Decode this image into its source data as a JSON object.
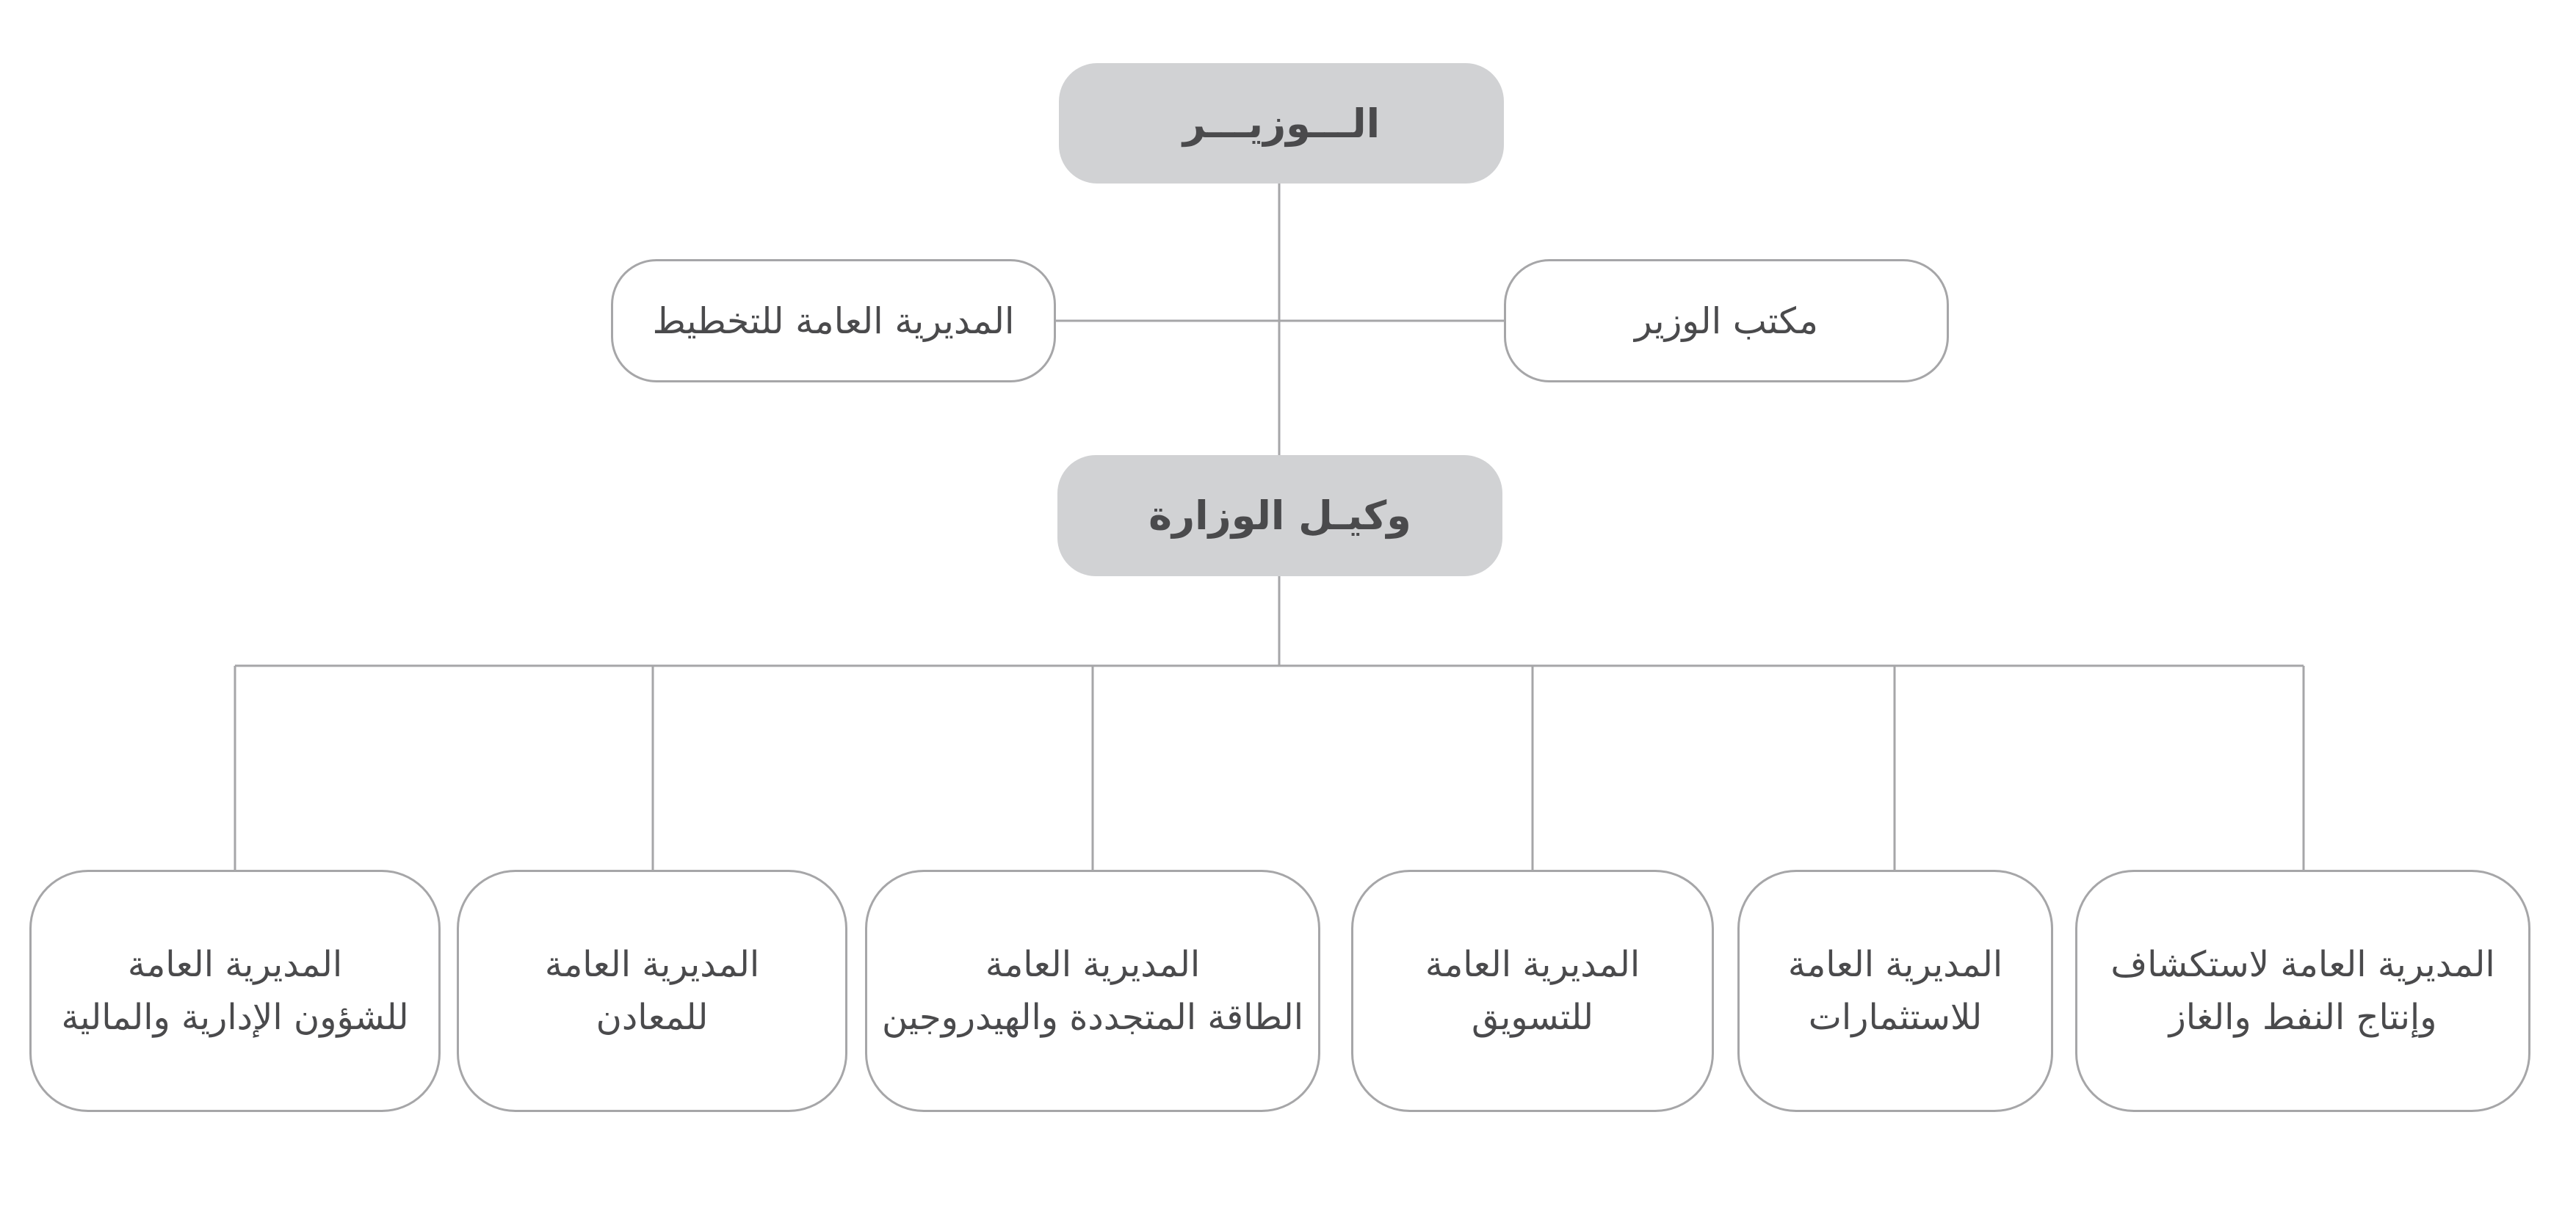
{
  "org_chart": {
    "minister": "الـــوزيـــر",
    "minister_office": "مكتب الوزير",
    "planning_directorate": "المديرية العامة للتخطيط",
    "undersecretary": "وكيـل الوزارة",
    "directorates": [
      {
        "line1": "المديرية العامة لاستكشاف",
        "line2": "وإنتاج النفط والغاز"
      },
      {
        "line1": "المديرية العامة",
        "line2": "للاستثمارات"
      },
      {
        "line1": "المديرية العامة",
        "line2": "للتسويق"
      },
      {
        "line1": "المديرية العامة",
        "line2": "الطاقة المتجددة والهيدروجين"
      },
      {
        "line1": "المديرية العامة",
        "line2": "للمعادن"
      },
      {
        "line1": "المديرية العامة",
        "line2": "للشؤون الإدارية والمالية"
      }
    ]
  },
  "colors": {
    "filled_box": "#d1d2d4",
    "outline": "#a6a6a8",
    "text": "#4a4a4c"
  }
}
